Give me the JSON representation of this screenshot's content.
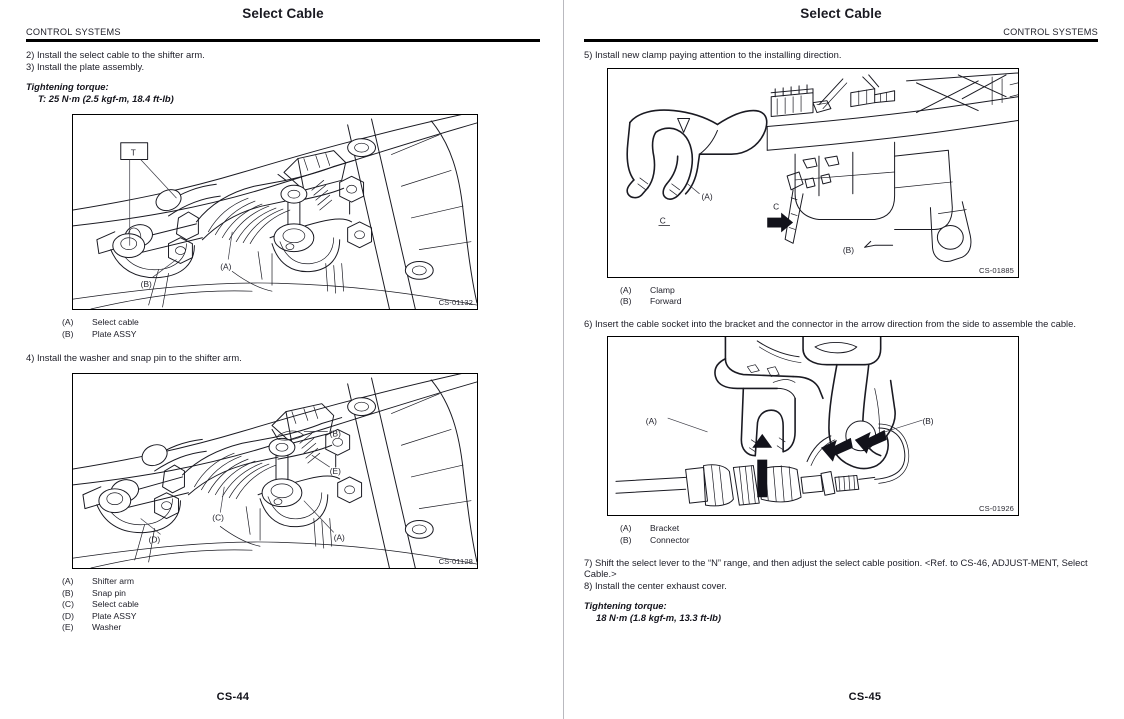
{
  "document": {
    "title": "Select Cable",
    "section": "CONTROL SYSTEMS"
  },
  "left_page": {
    "title": "Select Cable",
    "section": "CONTROL SYSTEMS",
    "folio": "CS-44",
    "steps": [
      "2) Install the select cable to the shifter arm.",
      "3) Install the plate assembly."
    ],
    "torque": {
      "label": "Tightening torque:",
      "value": "T: 25 N·m (2.5 kgf-m, 18.4 ft-lb)"
    },
    "figure1": {
      "code": "CS-01132",
      "callout_torque": "T",
      "callouts": [
        "(A)",
        "(B)"
      ]
    },
    "legend1": [
      {
        "key": "(A)",
        "label": "Select cable"
      },
      {
        "key": "(B)",
        "label": "Plate ASSY"
      }
    ],
    "step4": "4) Install the washer and snap pin to the shifter arm.",
    "figure2": {
      "code": "CS-01128",
      "callouts": [
        "(A)",
        "(B)",
        "(C)",
        "(D)",
        "(E)"
      ]
    },
    "legend2": [
      {
        "key": "(A)",
        "label": "Shifter arm"
      },
      {
        "key": "(B)",
        "label": "Snap pin"
      },
      {
        "key": "(C)",
        "label": "Select cable"
      },
      {
        "key": "(D)",
        "label": "Plate ASSY"
      },
      {
        "key": "(E)",
        "label": "Washer"
      }
    ]
  },
  "right_page": {
    "title": "Select Cable",
    "section": "CONTROL SYSTEMS",
    "folio": "CS-45",
    "step5": "5) Install new clamp paying attention to the installing direction.",
    "figure3": {
      "code": "CS-01885",
      "callouts": [
        "(A)",
        "(B)"
      ],
      "direction_marks": [
        "C",
        "C"
      ]
    },
    "legend3": [
      {
        "key": "(A)",
        "label": "Clamp"
      },
      {
        "key": "(B)",
        "label": "Forward"
      }
    ],
    "step6": "6) Insert the cable socket into the bracket and the connector in the arrow direction from the side to assemble the cable.",
    "figure4": {
      "code": "CS-01926",
      "callouts": [
        "(A)",
        "(B)"
      ]
    },
    "legend4": [
      {
        "key": "(A)",
        "label": "Bracket"
      },
      {
        "key": "(B)",
        "label": "Connector"
      }
    ],
    "step7": "7) Shift the select lever to the “N” range, and then adjust the select cable position. <Ref. to CS-46, ADJUST-MENT, Select Cable.>",
    "step8": "8) Install the center exhaust cover.",
    "torque": {
      "label": "Tightening torque:",
      "value": "18 N·m (1.8 kgf-m, 13.3 ft-lb)"
    }
  }
}
